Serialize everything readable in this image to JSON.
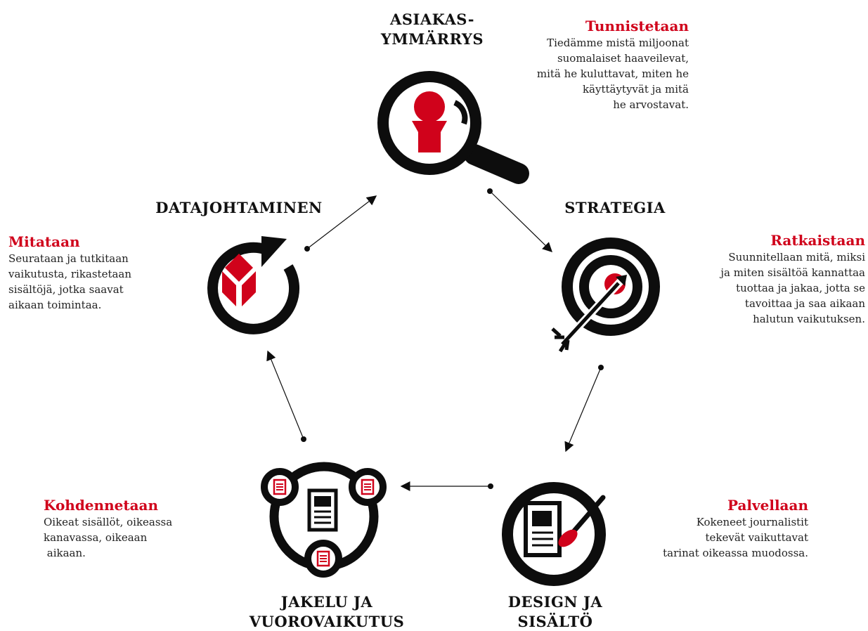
{
  "colors": {
    "accent": "#d0021b",
    "ink": "#0d0d0d"
  },
  "stages": {
    "asiakas": {
      "title": [
        "ASIAKAS-",
        "YMMÄRRYS"
      ],
      "icon": "magnifier-person-icon",
      "heading": "Tunnistetaan",
      "text": [
        "Tiedämme mistä miljoonat",
        "suomalaiset haaveilevat,",
        "mitä he kuluttavat, miten he",
        "käyttäytyvät ja mitä",
        "he arvostavat."
      ]
    },
    "strategia": {
      "title": [
        "STRATEGIA"
      ],
      "icon": "target-arrow-icon",
      "heading": "Ratkaistaan",
      "text": [
        "Suunnitellaan mitä, miksi",
        "ja miten sisältöä kannattaa",
        "tuottaa ja jakaa, jotta se",
        "tavoittaa ja saa aikaan",
        "halutun vaikutuksen."
      ]
    },
    "design": {
      "title": [
        "DESIGN JA",
        "SISÄLTÖ"
      ],
      "icon": "document-brush-icon",
      "heading": "Palvellaan",
      "text": [
        "Kokeneet journalistit",
        "tekevät vaikuttavat",
        "tarinat oikeassa muodossa."
      ]
    },
    "jakelu": {
      "title": [
        "JAKELU JA",
        "VUOROVAIKUTUS"
      ],
      "icon": "distribution-network-icon",
      "heading": "Kohdennetaan",
      "text": [
        "Oikeat sisällöt, oikeassa",
        "kanavassa, oikeaan",
        " aikaan."
      ]
    },
    "data": {
      "title": [
        "DATAJOHTAMINEN"
      ],
      "icon": "cycle-cube-icon",
      "heading": "Mitataan",
      "text": [
        "Seurataan ja tutkitaan",
        "vaikutusta, rikastetaan",
        "sisältöjä, jotka saavat",
        "aikaan toimintaa."
      ]
    }
  }
}
